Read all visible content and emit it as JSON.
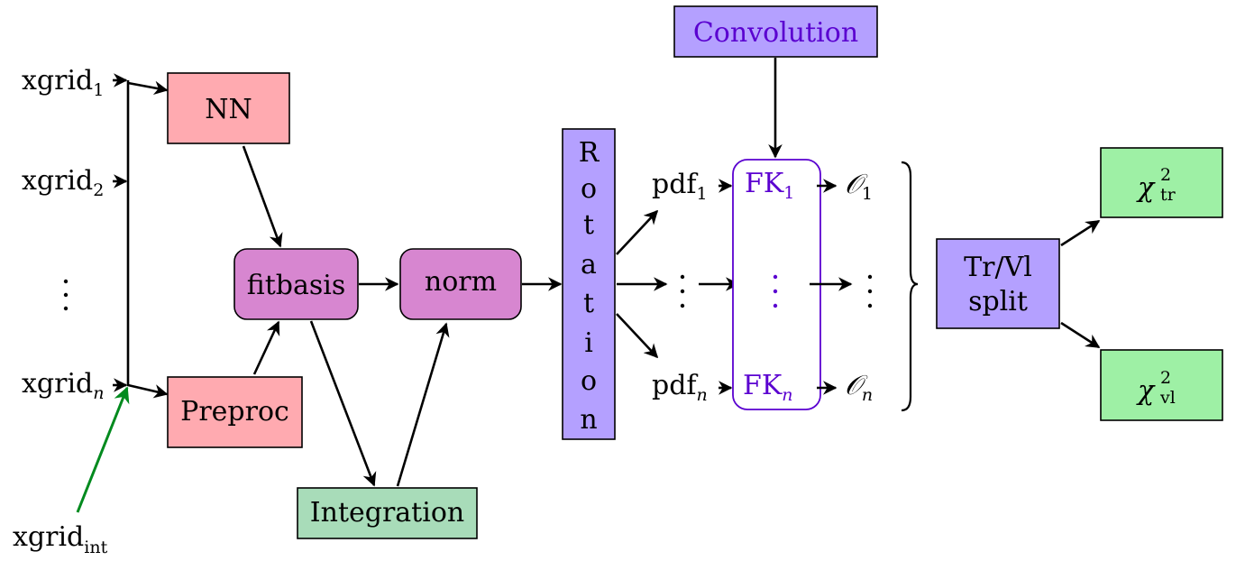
{
  "colors": {
    "nn_box": "#ffaab0",
    "fit_box": "#d786d0",
    "purple_box": "#b4a0ff",
    "green_box": "#9ef0a5",
    "integration_box": "#a8dcb9",
    "fk_stroke": "#5a00d0",
    "green_arrow": "#008a1e"
  },
  "inputs": {
    "xgrid_1": {
      "base": "xgrid",
      "sub": "1"
    },
    "xgrid_2": {
      "base": "xgrid",
      "sub": "2"
    },
    "xgrid_n": {
      "base": "xgrid",
      "sub": "n"
    },
    "xgrid_int": {
      "base": "xgrid",
      "sub": "int"
    }
  },
  "nodes": {
    "nn": "NN",
    "preproc": "Preproc",
    "fitbasis": "fitbasis",
    "norm": "norm",
    "integration": "Integration",
    "rotation_letters": [
      "R",
      "o",
      "t",
      "a",
      "t",
      "i",
      "o",
      "n"
    ],
    "convolution": "Convolution",
    "trvl_line1": "Tr/Vl",
    "trvl_line2": "split"
  },
  "pdfs": {
    "pdf_1": {
      "base": "pdf",
      "sub": "1"
    },
    "pdf_n": {
      "base": "pdf",
      "sub": "n"
    }
  },
  "fk": {
    "fk_1": {
      "base": "FK",
      "sub": "1"
    },
    "fk_n": {
      "base": "FK",
      "sub": "n"
    }
  },
  "observables": {
    "o_1": {
      "base": "𝒪",
      "sub": "1"
    },
    "o_n": {
      "base": "𝒪",
      "sub": "n"
    }
  },
  "chi2": {
    "tr": {
      "base": "χ",
      "sup": "2",
      "sub": "tr"
    },
    "vl": {
      "base": "χ",
      "sup": "2",
      "sub": "vl"
    }
  }
}
